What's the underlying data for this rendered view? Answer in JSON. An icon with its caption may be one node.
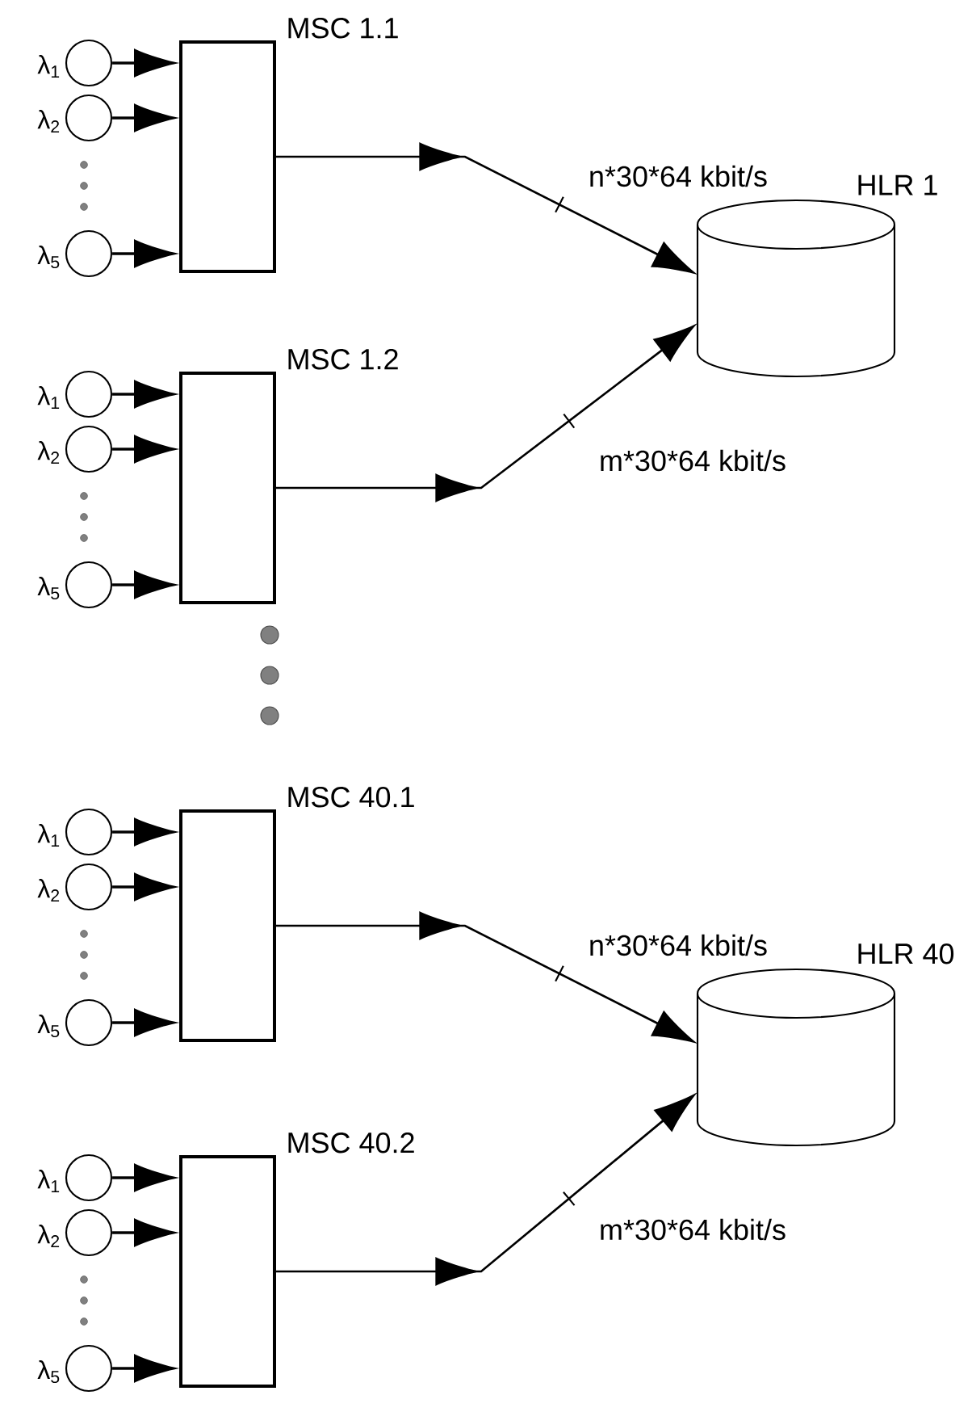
{
  "diagram": {
    "nodes": [
      {
        "text": [],
        "shape": "circle",
        "beside": [
          "λ$_{1}$"
        ]
      },
      {
        "text": [],
        "shape": "circle",
        "beside": [
          "λ$_{2}$"
        ]
      },
      {
        "text": [],
        "shape": "circle",
        "beside": [
          "λ$_{5}$"
        ]
      },
      {
        "text": [
          "MSC 1.1"
        ]
      },
      {
        "text": [],
        "shape": "circle",
        "beside": [
          "λ$_{1}$"
        ]
      },
      {
        "text": [],
        "shape": "circle",
        "beside": [
          "λ$_{2}$"
        ]
      },
      {
        "text": [],
        "shape": "circle",
        "beside": [
          "λ$_{5}$"
        ]
      },
      {
        "text": [
          "MSC 1.2"
        ]
      },
      {
        "text": [
          "HLR 1"
        ]
      },
      {
        "text": [],
        "shape": "circle",
        "beside": [
          "λ$_{1}$"
        ]
      },
      {
        "text": [],
        "shape": "circle",
        "beside": [
          "λ$_{2}$"
        ]
      },
      {
        "text": [],
        "shape": "circle",
        "beside": [
          "λ$_{5}$"
        ]
      },
      {
        "text": [
          "MSC 40.1"
        ]
      },
      {
        "text": [],
        "shape": "circle",
        "beside": [
          "λ$_{1}$"
        ]
      },
      {
        "text": [],
        "shape": "circle",
        "beside": [
          "λ$_{2}$"
        ]
      },
      {
        "text": [],
        "shape": "circle",
        "beside": [
          "λ$_{5}$"
        ]
      },
      {
        "text": [
          "MSC 40.2"
        ]
      },
      {
        "text": [
          "HLR 40"
        ]
      }
    ],
    "edges": [
      {
        "from": 0,
        "to": 3,
        "arrow": "to"
      },
      {
        "from": 1,
        "to": 3,
        "arrow": "to"
      },
      {
        "from": 2,
        "to": 3,
        "arrow": "to"
      },
      {
        "from": 3,
        "to": 8,
        "arrow": "to",
        "label": "n*30*64 kbit/s"
      },
      {
        "from": 4,
        "to": 7,
        "arrow": "to"
      },
      {
        "from": 5,
        "to": 7,
        "arrow": "to"
      },
      {
        "from": 6,
        "to": 7,
        "arrow": "to"
      },
      {
        "from": 7,
        "to": 8,
        "arrow": "to",
        "label": "m*30*64 kbit/s"
      },
      {
        "from": 9,
        "to": 12,
        "arrow": "to"
      },
      {
        "from": 10,
        "to": 12,
        "arrow": "to"
      },
      {
        "from": 11,
        "to": 12,
        "arrow": "to"
      },
      {
        "from": 12,
        "to": 17,
        "arrow": "to",
        "label": "n*30*64 kbit/s"
      },
      {
        "from": 13,
        "to": 16,
        "arrow": "to"
      },
      {
        "from": 14,
        "to": 16,
        "arrow": "to"
      },
      {
        "from": 15,
        "to": 16,
        "arrow": "to"
      },
      {
        "from": 16,
        "to": 17,
        "arrow": "to",
        "label": "m*30*64 kbit/s"
      }
    ]
  }
}
